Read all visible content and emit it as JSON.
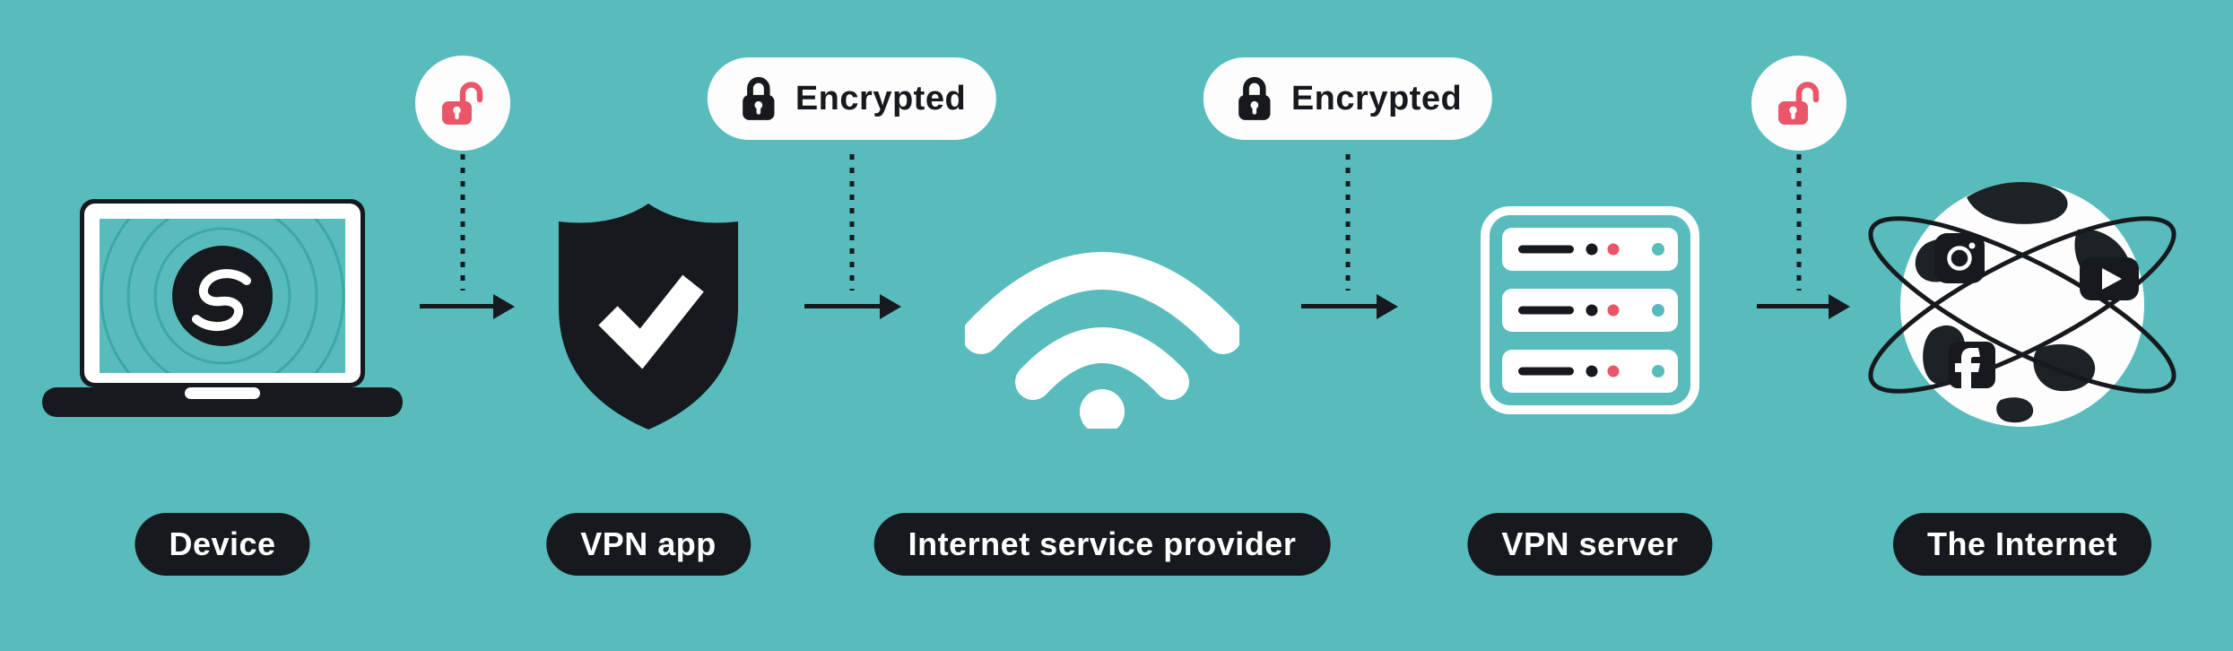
{
  "diagram": {
    "colors": {
      "background": "#58bcbc",
      "dark": "#16191d",
      "alert_red": "#ea5669",
      "white": "#fdfdfd"
    },
    "nodes": [
      {
        "id": "device",
        "label": "Device",
        "icon": "laptop-icon"
      },
      {
        "id": "vpn-app",
        "label": "VPN app",
        "icon": "shield-check-icon"
      },
      {
        "id": "isp",
        "label": "Internet service provider",
        "icon": "wifi-icon"
      },
      {
        "id": "vpn-server",
        "label": "VPN server",
        "icon": "server-icon"
      },
      {
        "id": "internet",
        "label": "The Internet",
        "icon": "globe-icon",
        "sub_icons": [
          "instagram-icon",
          "youtube-icon",
          "facebook-icon"
        ]
      }
    ],
    "connections": [
      {
        "from": "device",
        "to": "vpn-app",
        "encrypted": false,
        "badge_icon": "open-lock-icon",
        "badge_label": ""
      },
      {
        "from": "vpn-app",
        "to": "isp",
        "encrypted": true,
        "badge_icon": "closed-lock-icon",
        "badge_label": "Encrypted"
      },
      {
        "from": "isp",
        "to": "vpn-server",
        "encrypted": true,
        "badge_icon": "closed-lock-icon",
        "badge_label": "Encrypted"
      },
      {
        "from": "vpn-server",
        "to": "internet",
        "encrypted": false,
        "badge_icon": "open-lock-icon",
        "badge_label": ""
      }
    ]
  }
}
